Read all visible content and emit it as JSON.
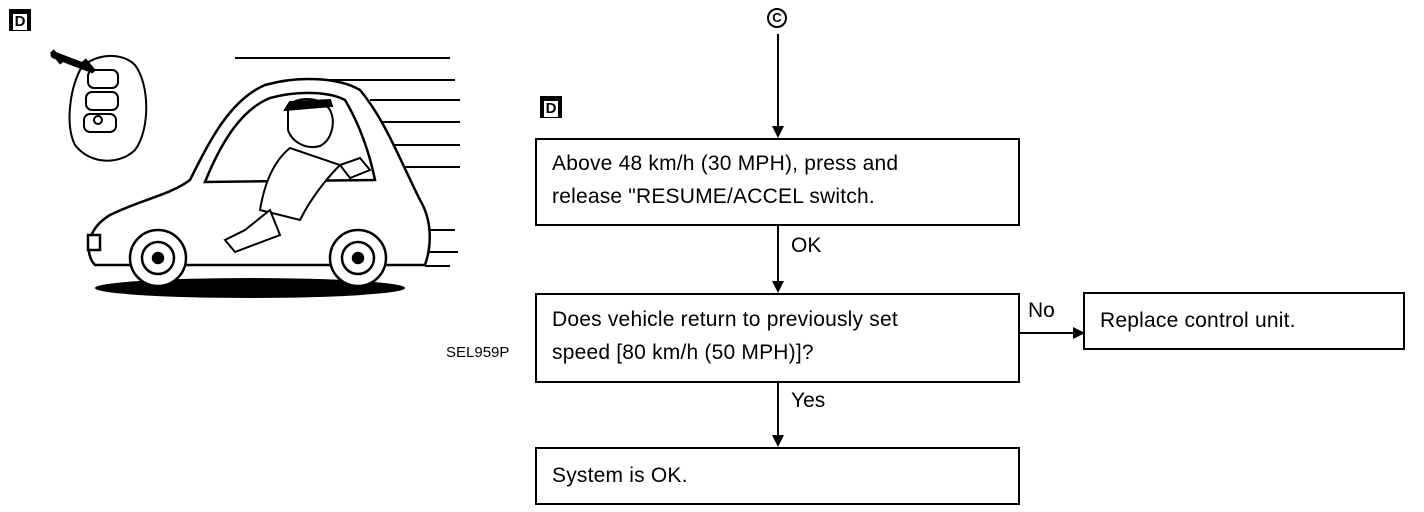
{
  "illustration": {
    "tag": "D",
    "figure_code": "SEL959P"
  },
  "flow": {
    "connector": "C",
    "tag": "D",
    "step1": {
      "line1": "Above 48 km/h (30 MPH), press and",
      "line2": "release \"RESUME/ACCEL switch."
    },
    "ok_label": "OK",
    "step2": {
      "line1": "Does vehicle return to previously set",
      "line2": "speed [80 km/h (50 MPH)]?"
    },
    "no_label": "No",
    "yes_label": "Yes",
    "no_result": "Replace control unit.",
    "yes_result": "System is OK."
  }
}
